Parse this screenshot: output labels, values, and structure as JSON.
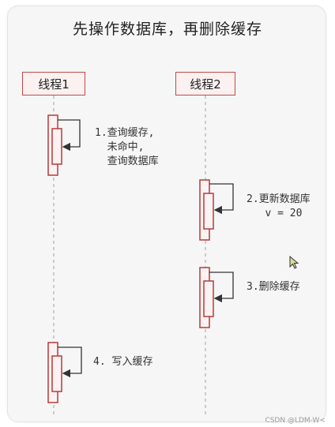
{
  "title": "先操作数据库，再删除缓存",
  "lifelines": [
    "线程1",
    "线程2"
  ],
  "steps": [
    {
      "lines": [
        "1.查询缓存,",
        "  未命中,",
        "  查询数据库"
      ]
    },
    {
      "lines": [
        "2.更新数据库",
        "   v = 20"
      ]
    },
    {
      "lines": [
        "3.删除缓存"
      ]
    },
    {
      "lines": [
        "4. 写入缓存"
      ]
    }
  ],
  "watermark": "CSDN @LDM-W<",
  "colors": {
    "activation": "#b73a3a",
    "line": "#9a9a9a"
  }
}
